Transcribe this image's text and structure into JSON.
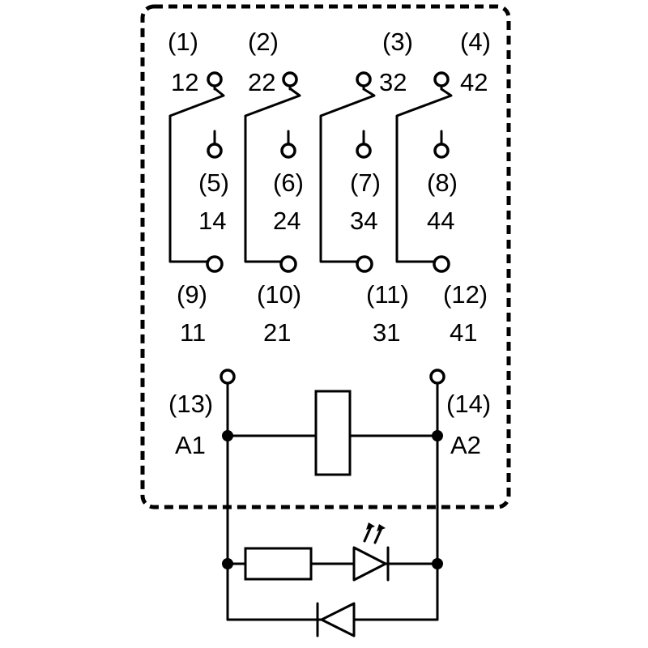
{
  "contacts": [
    {
      "common_pin": "(9)",
      "common": "11",
      "nc_pin": "(1)",
      "nc": "12",
      "no_pin": "(5)",
      "no": "14"
    },
    {
      "common_pin": "(10)",
      "common": "21",
      "nc_pin": "(2)",
      "nc": "22",
      "no_pin": "(6)",
      "no": "24"
    },
    {
      "common_pin": "(11)",
      "common": "31",
      "nc_pin": "(3)",
      "nc": "32",
      "no_pin": "(7)",
      "no": "34"
    },
    {
      "common_pin": "(12)",
      "common": "41",
      "nc_pin": "(4)",
      "nc": "42",
      "no_pin": "(8)",
      "no": "44"
    }
  ],
  "coil": {
    "a1_pin": "(13)",
    "a1": "A1",
    "a2_pin": "(14)",
    "a2": "A2"
  }
}
